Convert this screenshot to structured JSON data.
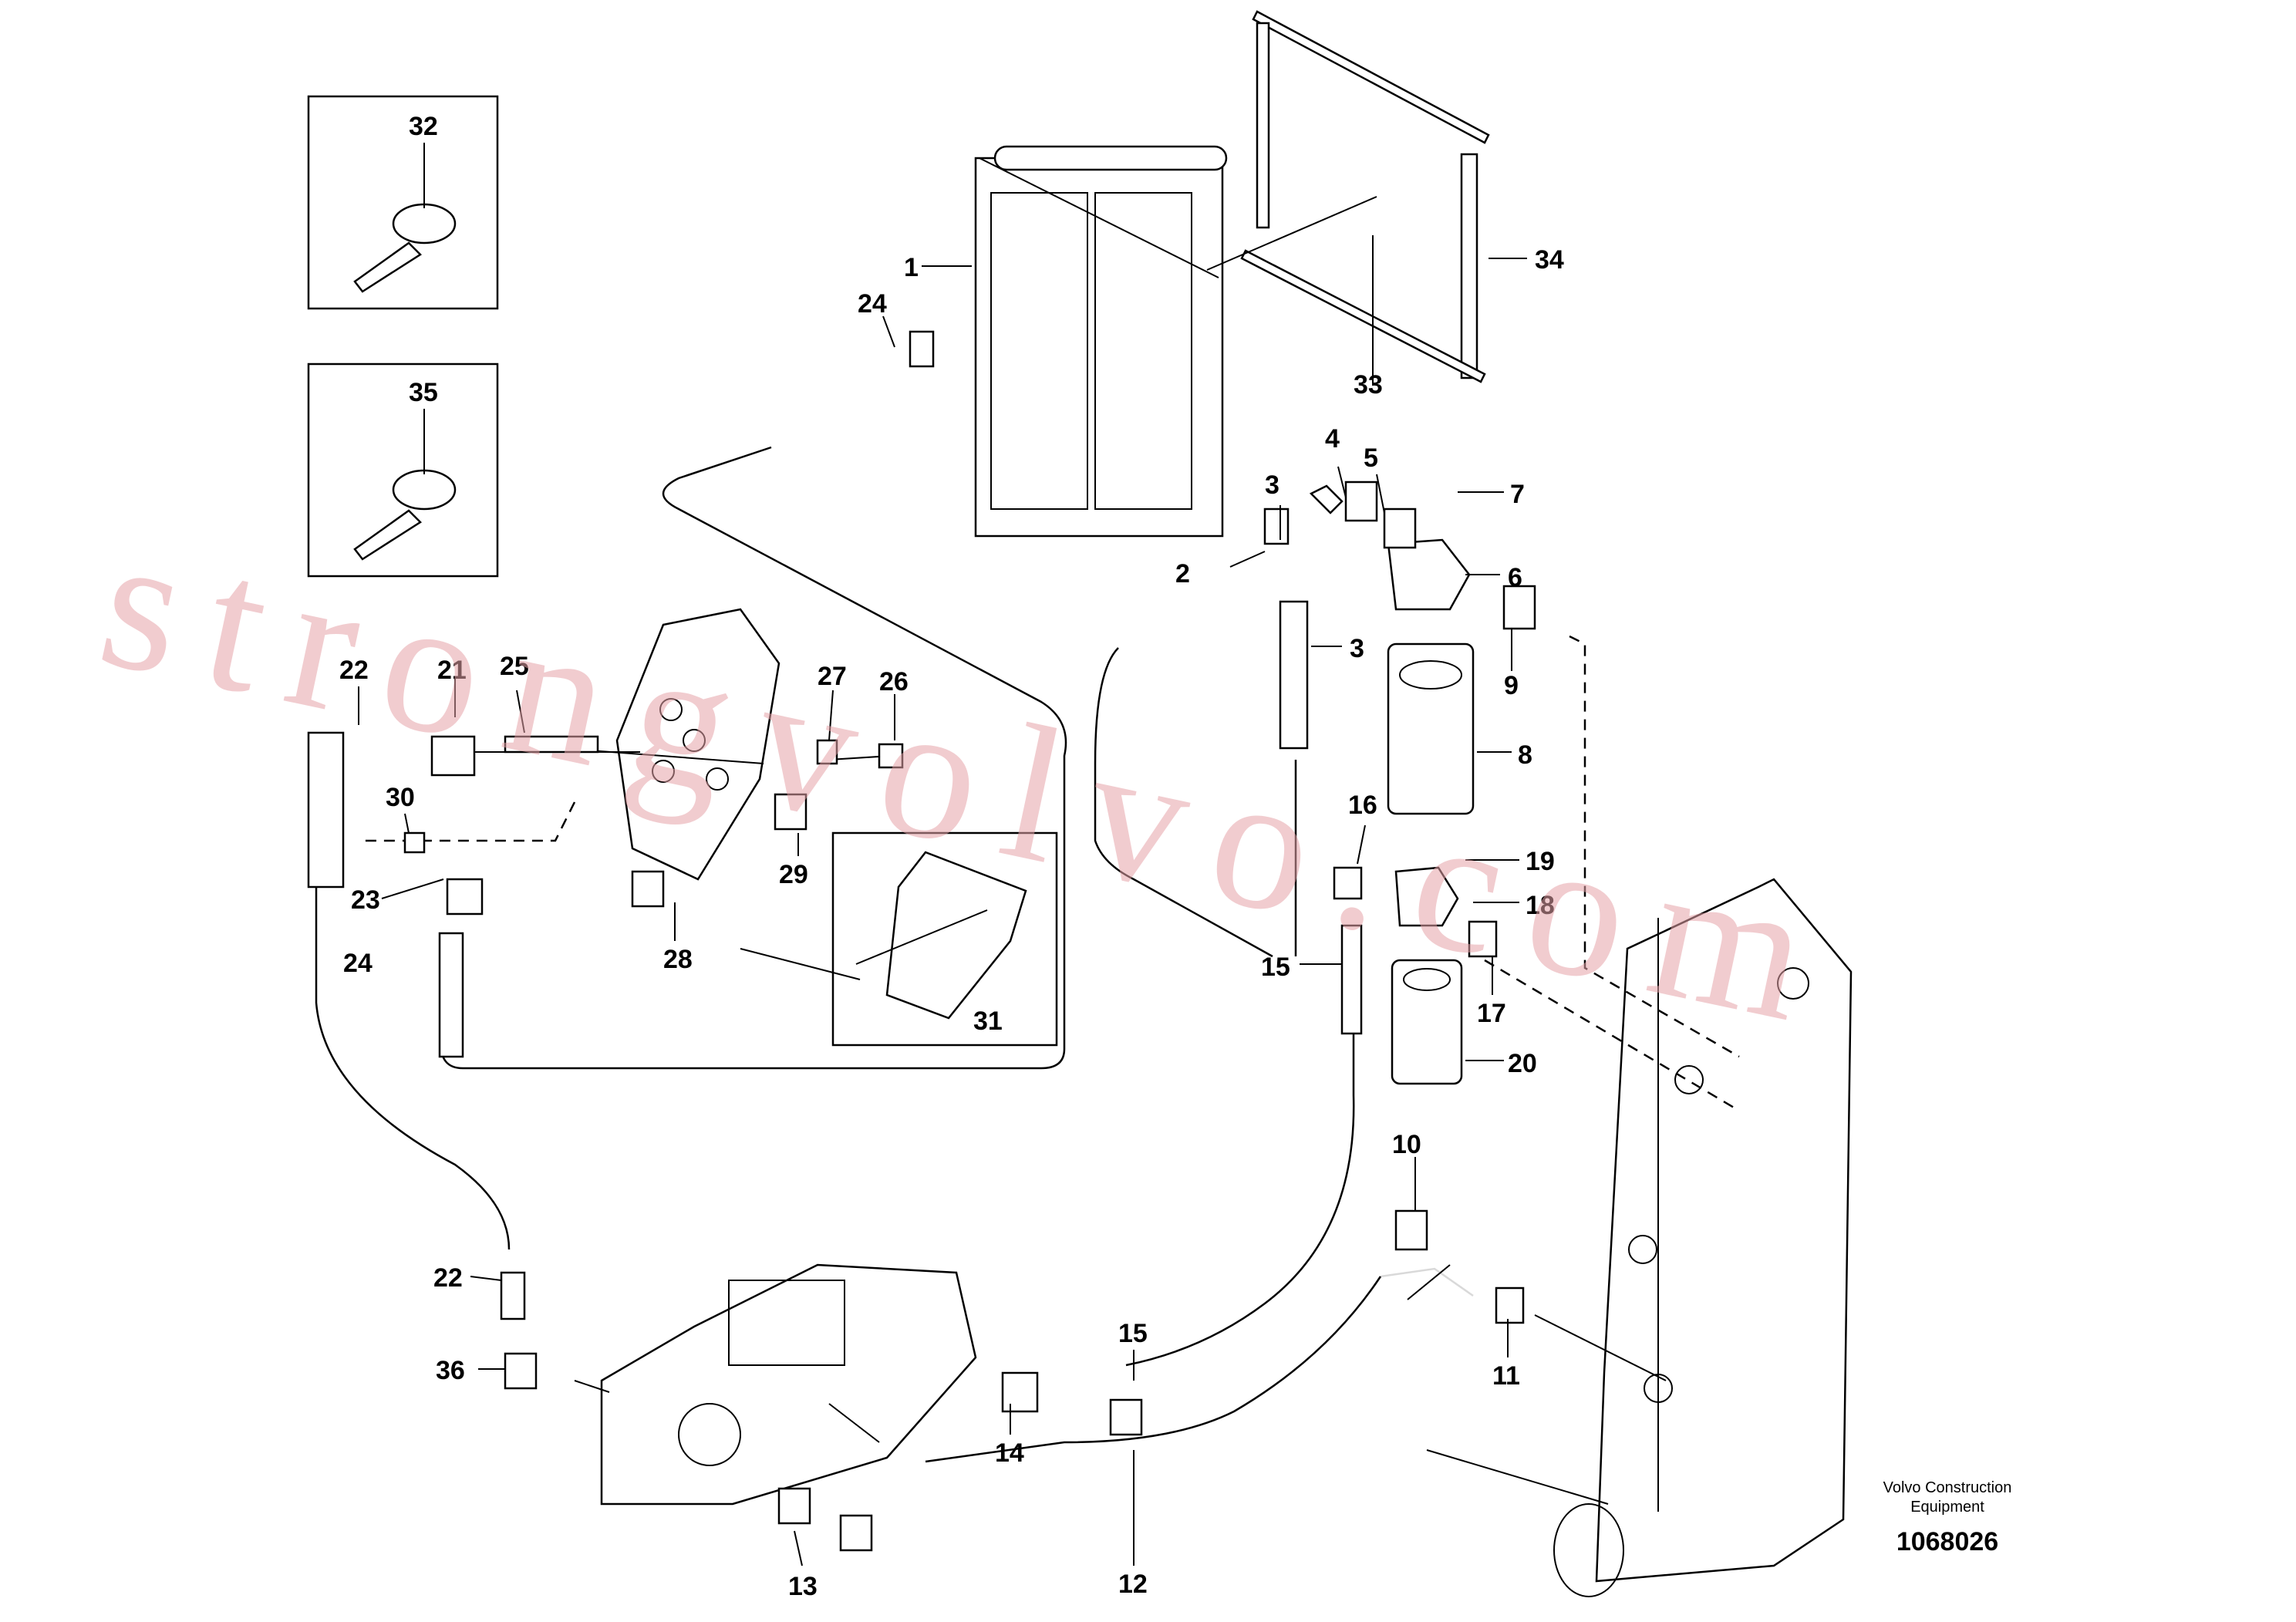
{
  "callouts": {
    "c1": "1",
    "c2": "2",
    "c3a": "3",
    "c3b": "3",
    "c4": "4",
    "c5": "5",
    "c6": "6",
    "c7": "7",
    "c8": "8",
    "c9": "9",
    "c10": "10",
    "c11": "11",
    "c12": "12",
    "c13": "13",
    "c14": "14",
    "c15a": "15",
    "c15b": "15",
    "c16": "16",
    "c17": "17",
    "c18": "18",
    "c19": "19",
    "c20": "20",
    "c21": "21",
    "c22a": "22",
    "c22b": "22",
    "c23": "23",
    "c24a": "24",
    "c24b": "24",
    "c25": "25",
    "c26": "26",
    "c27": "27",
    "c28": "28",
    "c29": "29",
    "c30": "30",
    "c31": "31",
    "c32": "32",
    "c33": "33",
    "c34": "34",
    "c35": "35",
    "c36": "36"
  },
  "footer": {
    "brand_line1": "Volvo Construction",
    "brand_line2": "Equipment",
    "drawing_number": "1068026"
  },
  "watermark": "strongvolvo.com"
}
